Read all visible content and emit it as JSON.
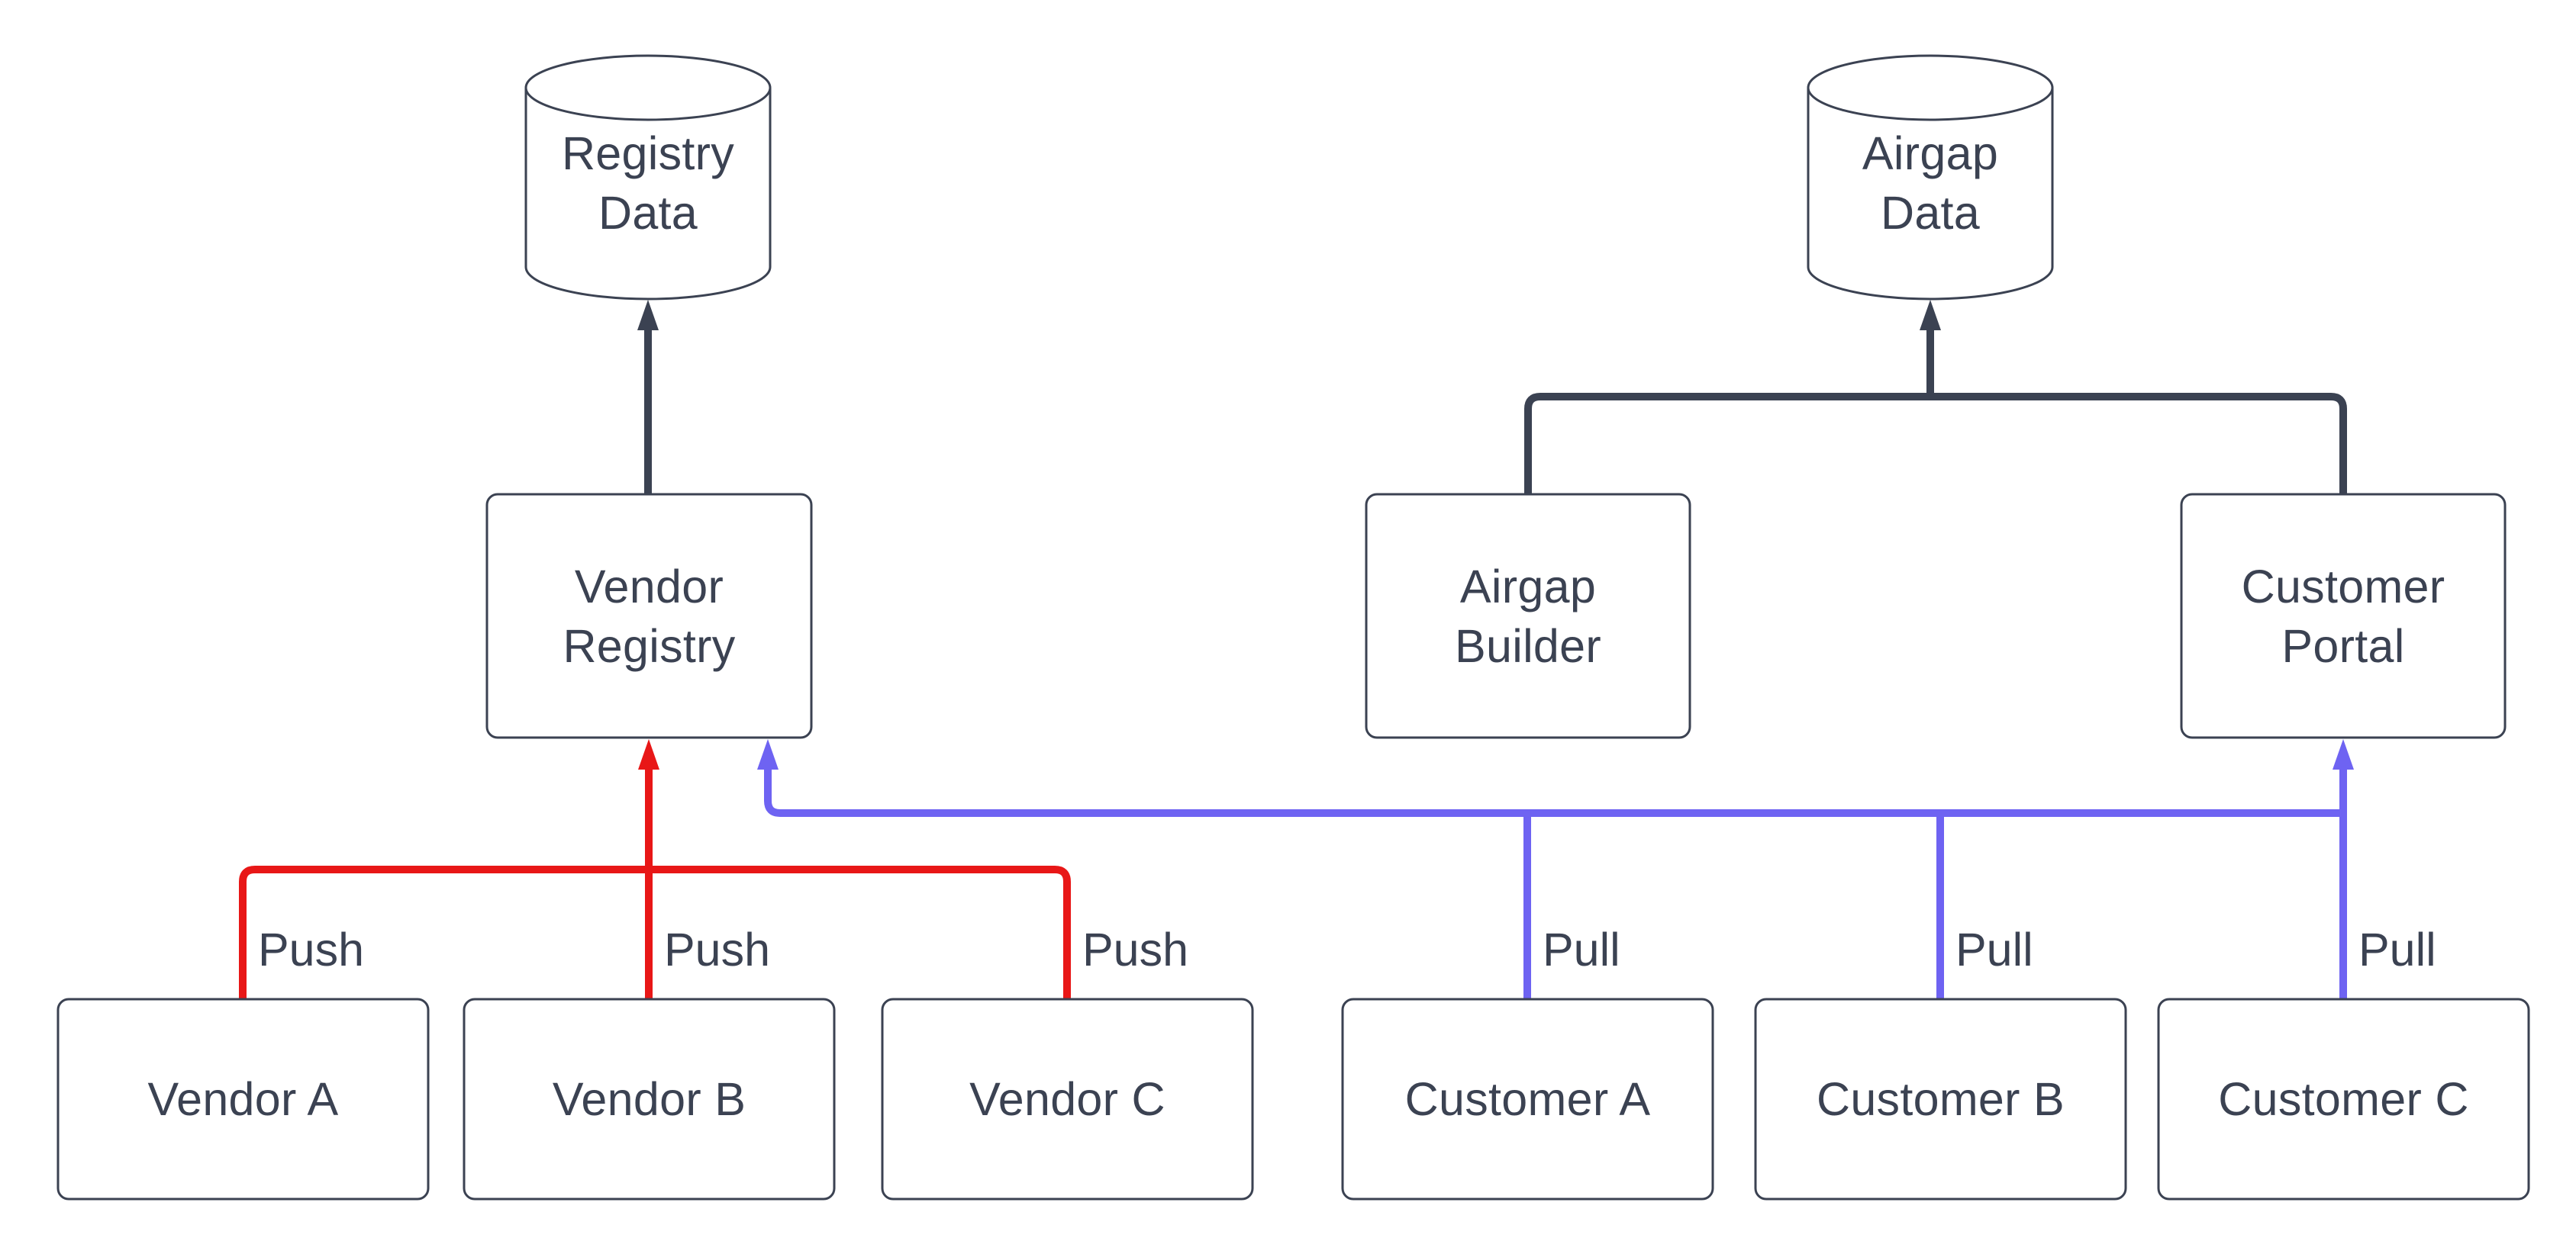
{
  "diagram": {
    "type": "flowchart",
    "background": "#ffffff",
    "nodes": {
      "registry_data": {
        "shape": "cylinder",
        "line1": "Registry",
        "line2": "Data"
      },
      "airgap_data": {
        "shape": "cylinder",
        "line1": "Airgap",
        "line2": "Data"
      },
      "vendor_registry": {
        "shape": "rect",
        "line1": "Vendor",
        "line2": "Registry"
      },
      "airgap_builder": {
        "shape": "rect",
        "line1": "Airgap",
        "line2": "Builder"
      },
      "customer_portal": {
        "shape": "rect",
        "line1": "Customer",
        "line2": "Portal"
      },
      "vendor_a": {
        "shape": "rect",
        "label": "Vendor A"
      },
      "vendor_b": {
        "shape": "rect",
        "label": "Vendor B"
      },
      "vendor_c": {
        "shape": "rect",
        "label": "Vendor C"
      },
      "customer_a": {
        "shape": "rect",
        "label": "Customer A"
      },
      "customer_b": {
        "shape": "rect",
        "label": "Customer B"
      },
      "customer_c": {
        "shape": "rect",
        "label": "Customer C"
      }
    },
    "edge_labels": {
      "push": "Push",
      "pull": "Pull"
    },
    "edges": [
      {
        "from": "vendor_registry",
        "to": "registry_data",
        "style": "flow"
      },
      {
        "from": "airgap_builder",
        "to": "airgap_data",
        "style": "flow"
      },
      {
        "from": "customer_portal",
        "to": "airgap_data",
        "style": "flow"
      },
      {
        "from": "vendor_a",
        "to": "vendor_registry",
        "label": "Push",
        "style": "push"
      },
      {
        "from": "vendor_b",
        "to": "vendor_registry",
        "label": "Push",
        "style": "push"
      },
      {
        "from": "vendor_c",
        "to": "vendor_registry",
        "label": "Push",
        "style": "push"
      },
      {
        "from": "customer_a",
        "to": "vendor_registry",
        "label": "Pull",
        "style": "pull"
      },
      {
        "from": "customer_b",
        "to": "vendor_registry",
        "label": "Pull",
        "style": "pull"
      },
      {
        "from": "customer_c",
        "to": "customer_portal",
        "label": "Pull",
        "style": "pull"
      }
    ],
    "colors": {
      "push_edge": "#e81717",
      "pull_edge": "#6e63f2",
      "flow_edge": "#3b4252",
      "node_border": "#3b4252",
      "node_fill": "#ffffff",
      "text": "#3b4252",
      "background": "#ffffff"
    }
  }
}
